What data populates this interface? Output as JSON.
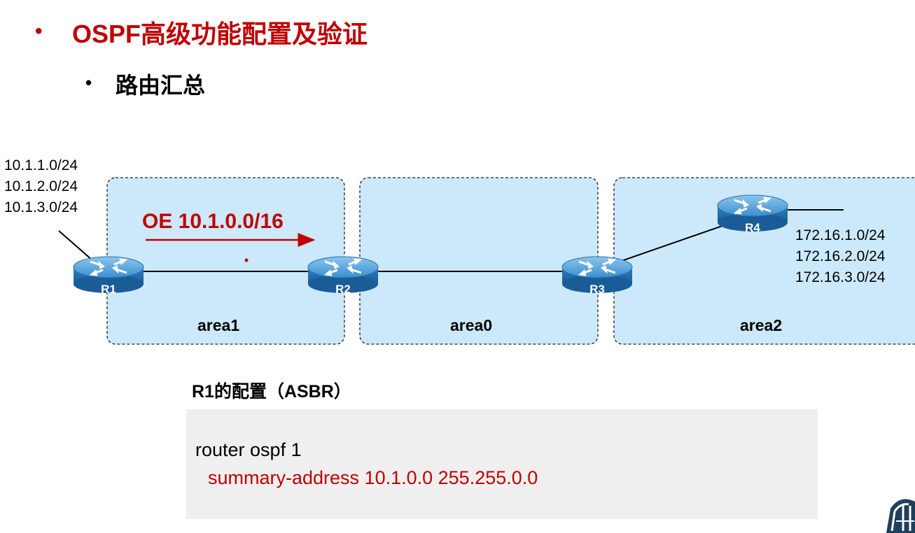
{
  "title": {
    "bullet": "•",
    "text": "OSPF高级功能配置及验证"
  },
  "subtitle": {
    "bullet": "•",
    "text": "路由汇总"
  },
  "diagram": {
    "areas": [
      {
        "id": "area1",
        "label": "area1"
      },
      {
        "id": "area0",
        "label": "area0"
      },
      {
        "id": "area2",
        "label": "area2"
      }
    ],
    "routers": [
      {
        "id": "R1",
        "label": "R1"
      },
      {
        "id": "R2",
        "label": "R2"
      },
      {
        "id": "R3",
        "label": "R3"
      },
      {
        "id": "R4",
        "label": "R4"
      }
    ],
    "r1_networks": [
      "10.1.1.0/24",
      "10.1.2.0/24",
      "10.1.3.0/24"
    ],
    "r4_networks": [
      "172.16.1.0/24",
      "172.16.2.0/24",
      "172.16.3.0/24"
    ],
    "summary_route": "OE 10.1.0.0/16",
    "colors": {
      "area_fill": "#cce9fb",
      "accent_red": "#c00000",
      "router_blue": "#2f7fc0"
    }
  },
  "config": {
    "heading": "R1的配置（ASBR）",
    "lines": [
      "router ospf 1",
      "summary-address 10.1.0.0 255.255.0.0"
    ]
  }
}
